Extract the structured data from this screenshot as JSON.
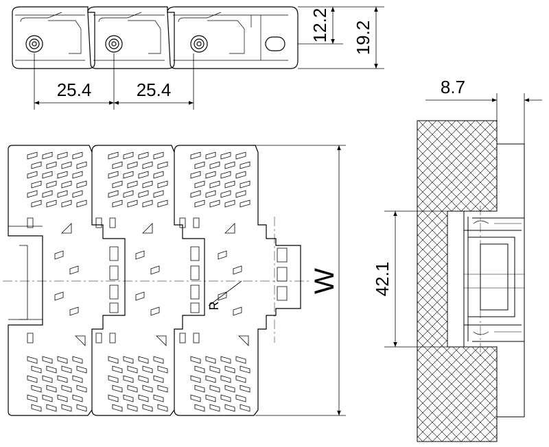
{
  "dimensions": {
    "pitch_1": "25.4",
    "pitch_2": "25.4",
    "height_inner": "12.2",
    "height_total": "19.2",
    "offset": "8.7",
    "guide_width": "42.1",
    "width_label": "W",
    "radius_label": "R"
  },
  "colors": {
    "outline": "#000000",
    "leader": "#000000",
    "hatch": "#000000"
  }
}
